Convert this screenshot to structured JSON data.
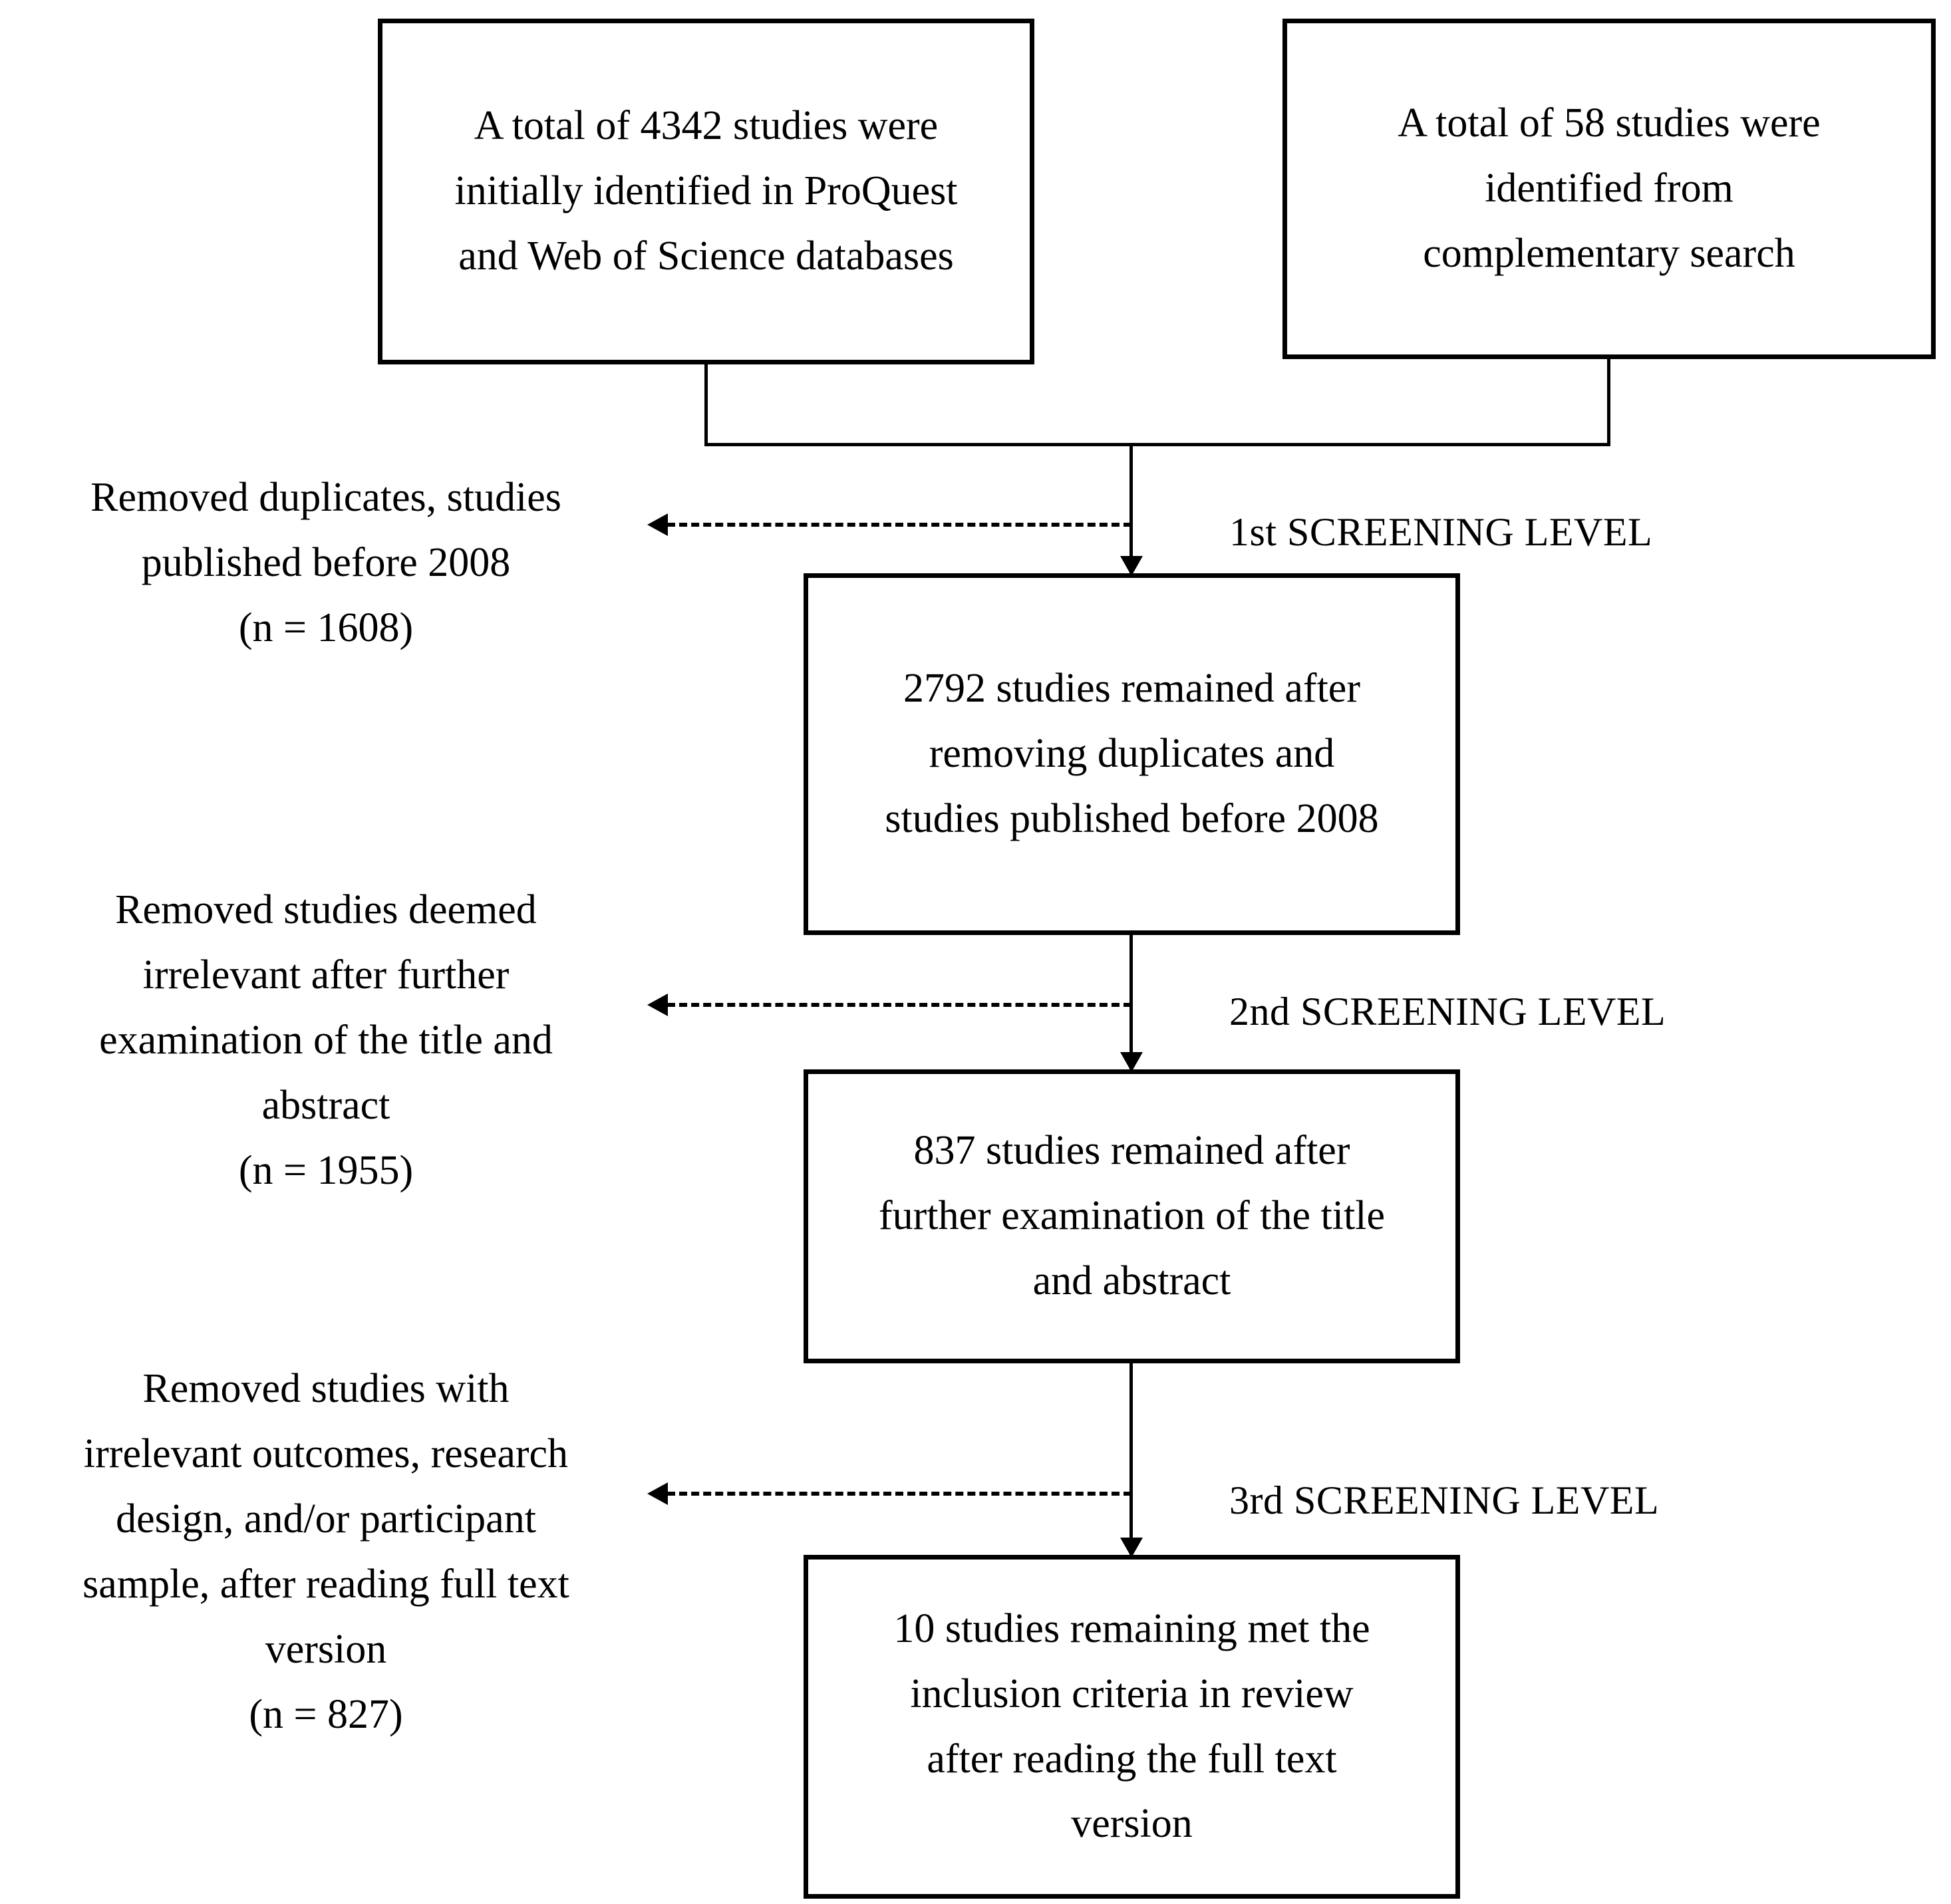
{
  "diagram": {
    "type": "prisma-flow-diagram",
    "boxes": [
      {
        "id": "sources",
        "text": "A total of 4342 studies were\ninitially identified in ProQuest\nand Web of Science databases",
        "count": 4342
      },
      {
        "id": "complementary",
        "text": "A total of 58 studies were\nidentified from\ncomplementary search",
        "count": 58
      },
      {
        "id": "after_duplicates",
        "text": "2792 studies remained after\nremoving duplicates and\nstudies published before 2008",
        "count": 2792
      },
      {
        "id": "after_title_abstract",
        "text": "837 studies remained after\nfurther examination of the title\nand abstract",
        "count": 837
      },
      {
        "id": "included",
        "text": "10 studies remaining met the\ninclusion criteria in review\nafter reading the full text\nversion",
        "count": 10
      }
    ],
    "exclusions": [
      {
        "id": "exclusion_1",
        "text": "Removed duplicates, studies\npublished before 2008\n(n = 1608)",
        "count": 1608
      },
      {
        "id": "exclusion_2",
        "text": "Removed studies deemed\nirrelevant after further\nexamination of the title and\nabstract\n(n = 1955)",
        "count": 1955
      },
      {
        "id": "exclusion_3",
        "text": "Removed studies with\nirrelevant outcomes, research\ndesign, and/or participant\nsample, after reading full text\nversion\n(n = 827)",
        "count": 827
      }
    ],
    "screening_levels": [
      {
        "id": "level_1",
        "label": "1st SCREENING LEVEL"
      },
      {
        "id": "level_2",
        "label": "2nd SCREENING LEVEL"
      },
      {
        "id": "level_3",
        "label": "3rd SCREENING LEVEL"
      }
    ],
    "colors": {
      "line": "#000000",
      "text": "#000000",
      "background": "#ffffff"
    }
  }
}
